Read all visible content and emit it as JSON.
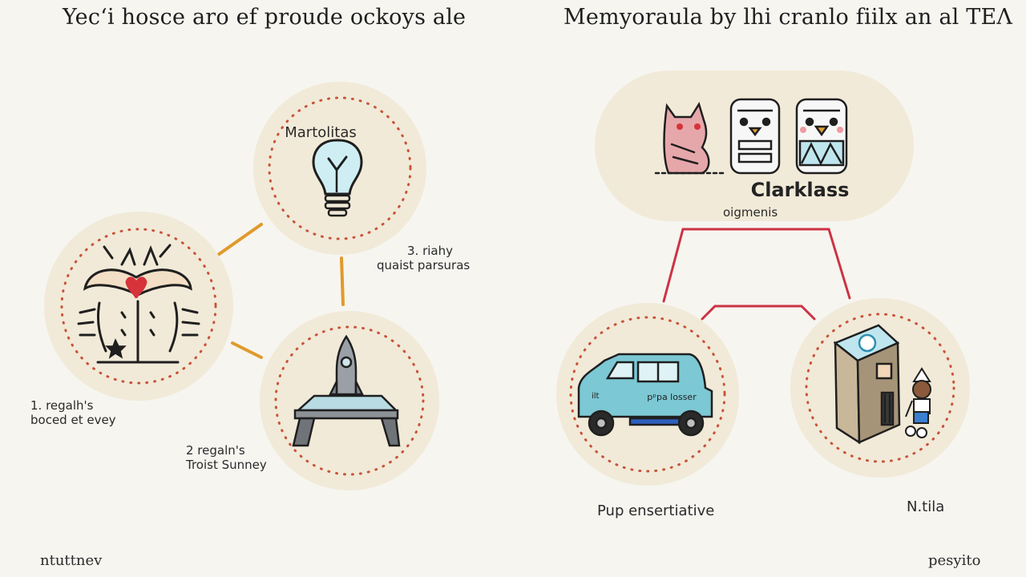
{
  "headings": {
    "left": "Yecʻi hosce aro ef proude ockoys ale",
    "right": "Memyoraula by lhi cranlo fiilx an al TEɅ"
  },
  "left_diagram": {
    "top_node_label": "Martolitas",
    "annotation_3": [
      "3. riahy",
      "quaist parsuras"
    ],
    "annotation_1": [
      "1. regalh's",
      "boced et evey"
    ],
    "annotation_2": [
      "2 regaln's",
      "Troist Sunney"
    ]
  },
  "right_diagram": {
    "group_label": "Clarklass",
    "connector_label": "oigmenis",
    "car_caption": "pᵖpa losser",
    "car_small_text": "ilt",
    "left_caption": "Pup ensertiative",
    "right_caption": "N.tila"
  },
  "footer": {
    "left": "ntuttnev",
    "right": "pesyito"
  },
  "colors": {
    "background": "#f6f5f0",
    "node_fill": "#f1ead8",
    "dot_ring": "#c9533a",
    "left_connector": "#e09a2a",
    "right_connector": "#cc3344",
    "car_body": "#7cc8d4"
  }
}
